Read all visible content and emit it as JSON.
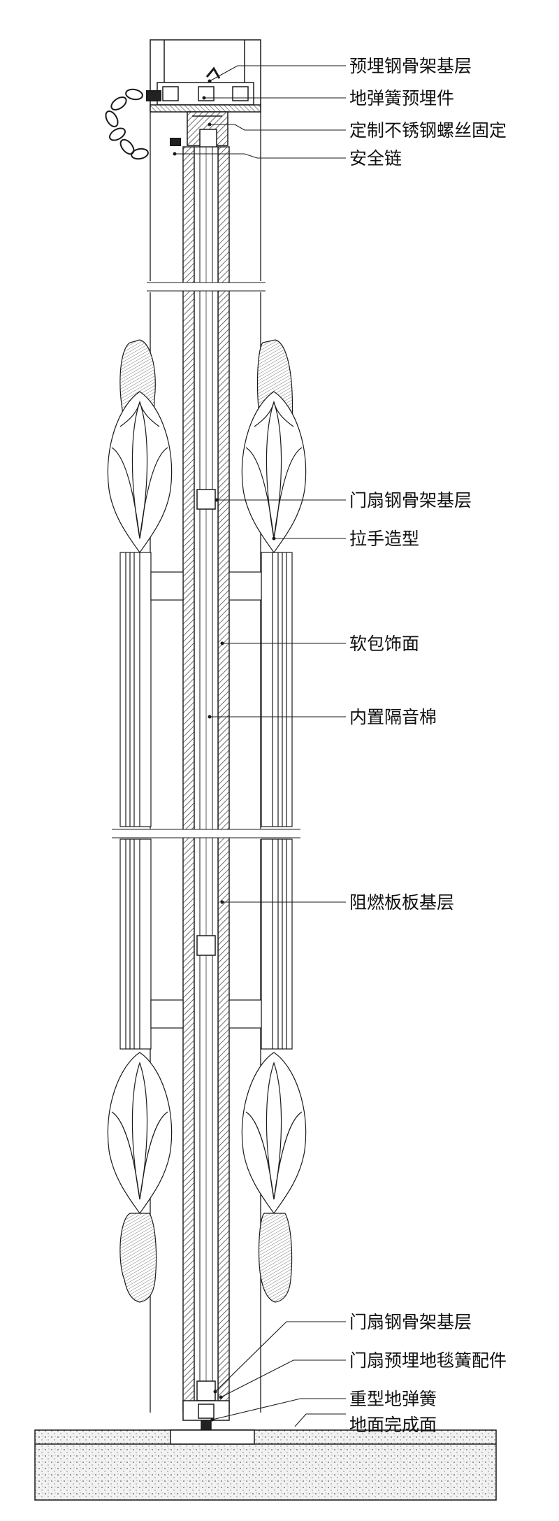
{
  "drawing": {
    "annotations": [
      "预埋钢骨架基层",
      "地弹簧预埋件",
      "定制不锈钢螺丝固定",
      "安全链",
      "门扇钢骨架基层",
      "拉手造型",
      "软包饰面",
      "内置隔音棉",
      "阻燃板板基层",
      "门扇钢骨架基层",
      "门扇预埋地毯簧配件",
      "重型地弹簧",
      "地面完成面"
    ]
  },
  "colors": {
    "line": "#1a1a1a",
    "paper": "#ffffff",
    "hatch": "#333333",
    "ground": "#e6e6e6"
  }
}
